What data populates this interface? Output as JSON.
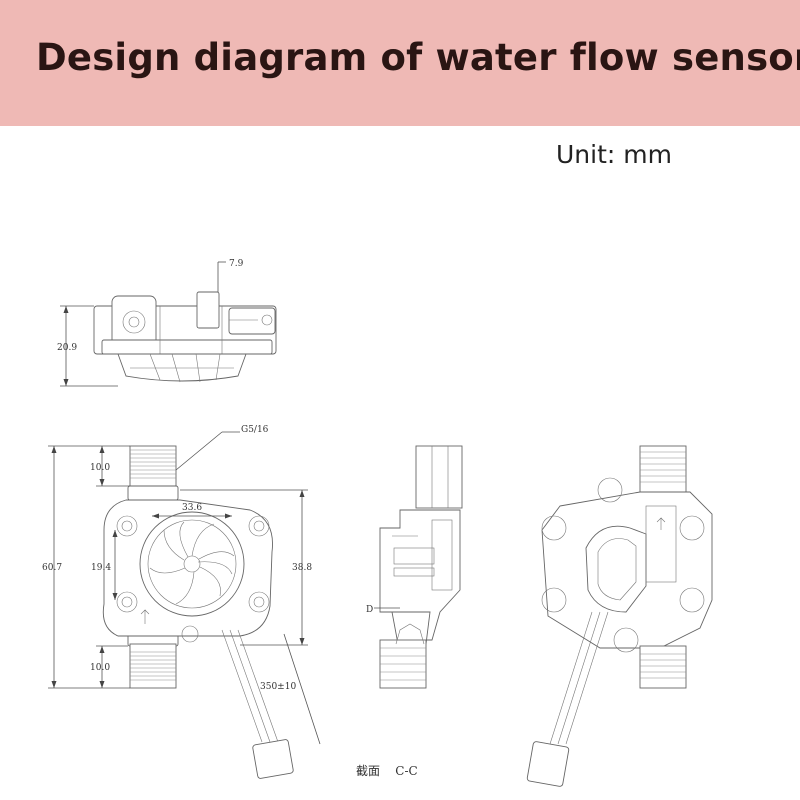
{
  "header": {
    "title": "Design diagram of water flow sensor",
    "unit_label": "Unit: mm"
  },
  "colors": {
    "banner_bg": "#efb9b5",
    "title_text": "#2a1513",
    "line": "#555555"
  },
  "drawing": {
    "top_view": {
      "dim_height": "20.9",
      "dim_nozzle": "7.9"
    },
    "front_view": {
      "thread_label": "G5/16",
      "dim_total_height": "60.7",
      "dim_thread_top": "10.0",
      "dim_thread_bottom": "10.0",
      "dim_inner_height": "19.4",
      "dim_body_width": "33.6",
      "dim_body_height": "38.8",
      "dim_cable_length": "350±10"
    },
    "section_view": {
      "marker_label": "D",
      "caption": "截面    C-C"
    }
  }
}
